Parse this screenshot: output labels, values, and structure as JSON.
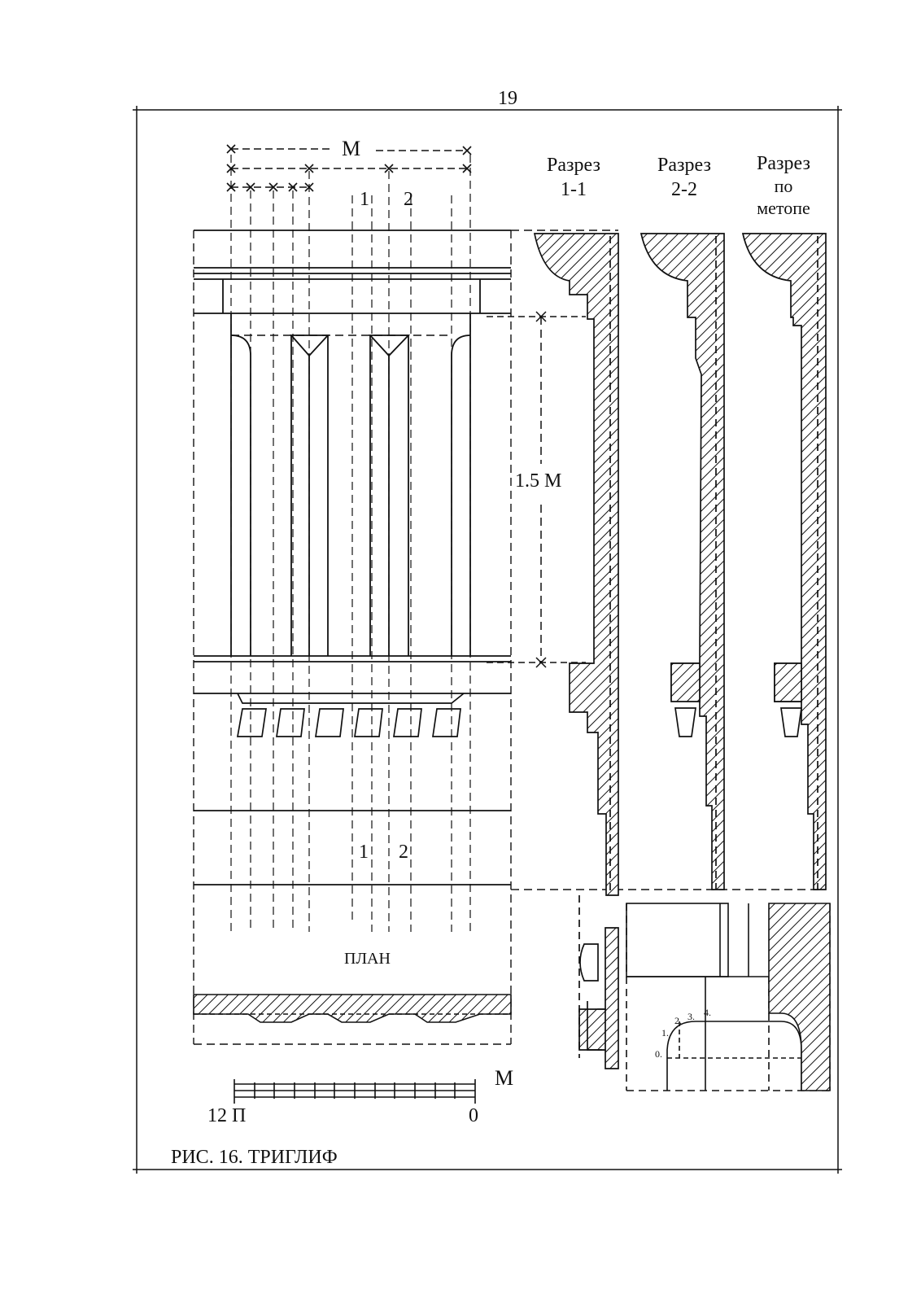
{
  "page_number": "19",
  "labels": {
    "module": "М",
    "mark1_top": "1",
    "mark2_top": "2",
    "height": "1.5 М",
    "mark1_low": "1",
    "mark2_low": "2",
    "plan": "ПЛАН",
    "scale_unit": "М",
    "scale_left": "12 П",
    "scale_right": "0"
  },
  "sections": [
    {
      "line1": "Разрез",
      "line2": "1-1",
      "line3": ""
    },
    {
      "line1": "Разрез",
      "line2": "2-2",
      "line3": ""
    },
    {
      "line1": "Разрез",
      "line2": "по",
      "line3": "метопе"
    }
  ],
  "detail_marks": [
    "0.",
    "1.",
    "2.",
    "3.",
    "4."
  ],
  "caption": "РИС. 16. ТРИГЛИФ"
}
